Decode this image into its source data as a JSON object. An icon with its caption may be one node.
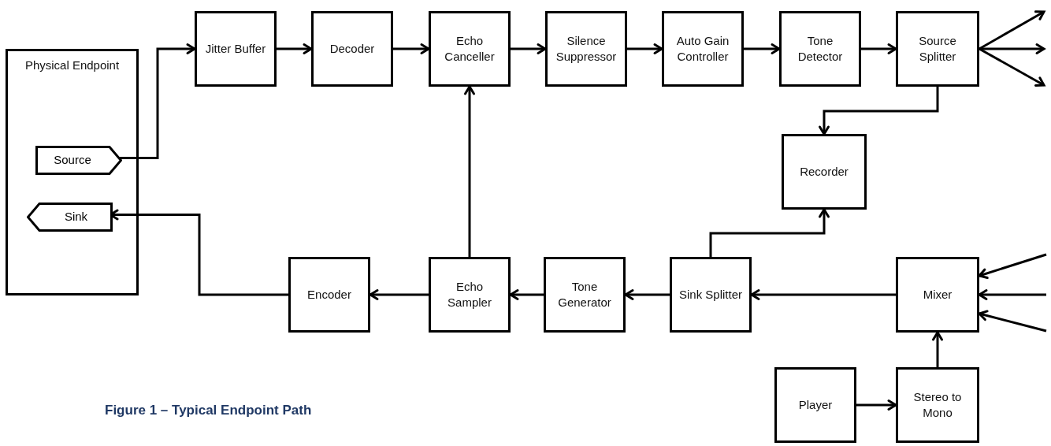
{
  "diagram": {
    "caption": "Figure 1 – Typical Endpoint Path",
    "nodes": [
      {
        "text": [
          "Physical Endpoint"
        ]
      },
      {
        "text": [
          "Source"
        ],
        "in": 0
      },
      {
        "text": [
          "Sink"
        ],
        "in": 0
      },
      {
        "text": [
          "Jitter Buffer"
        ]
      },
      {
        "text": [
          "Decoder"
        ]
      },
      {
        "text": [
          "Echo Canceller"
        ]
      },
      {
        "text": [
          "Silence Suppressor"
        ]
      },
      {
        "text": [
          "Auto Gain Controller"
        ]
      },
      {
        "text": [
          "Tone Detector"
        ]
      },
      {
        "text": [
          "Source Splitter"
        ]
      },
      {
        "text": [
          "Recorder"
        ]
      },
      {
        "text": [
          "Encoder"
        ]
      },
      {
        "text": [
          "Echo Sampler"
        ]
      },
      {
        "text": [
          "Tone Generator"
        ]
      },
      {
        "text": [
          "Sink Splitter"
        ]
      },
      {
        "text": [
          "Mixer"
        ]
      },
      {
        "text": [
          "Player"
        ]
      },
      {
        "text": [
          "Stereo to Mono"
        ]
      }
    ],
    "edges": [
      {
        "from": 1,
        "to": 3,
        "arrow": "to"
      },
      {
        "from": 3,
        "to": 4,
        "arrow": "to"
      },
      {
        "from": 4,
        "to": 5,
        "arrow": "to"
      },
      {
        "from": 5,
        "to": 6,
        "arrow": "to"
      },
      {
        "from": 6,
        "to": 7,
        "arrow": "to"
      },
      {
        "from": 7,
        "to": 8,
        "arrow": "to"
      },
      {
        "from": 8,
        "to": 9,
        "arrow": "to"
      },
      {
        "from": 9,
        "to": null,
        "arrow": "to"
      },
      {
        "from": 9,
        "to": null,
        "arrow": "to"
      },
      {
        "from": 9,
        "to": null,
        "arrow": "to"
      },
      {
        "from": 9,
        "to": 10,
        "arrow": "to"
      },
      {
        "from": 12,
        "to": 5,
        "arrow": "to"
      },
      {
        "from": 14,
        "to": 10,
        "arrow": "to"
      },
      {
        "from": 15,
        "to": 14,
        "arrow": "to"
      },
      {
        "from": 14,
        "to": 13,
        "arrow": "to"
      },
      {
        "from": 13,
        "to": 12,
        "arrow": "to"
      },
      {
        "from": 12,
        "to": 11,
        "arrow": "to"
      },
      {
        "from": 11,
        "to": 2,
        "arrow": "to"
      },
      {
        "from": null,
        "to": 15,
        "arrow": "to"
      },
      {
        "from": null,
        "to": 15,
        "arrow": "to"
      },
      {
        "from": null,
        "to": 15,
        "arrow": "to"
      },
      {
        "from": 16,
        "to": 17,
        "arrow": "to"
      },
      {
        "from": 17,
        "to": 15,
        "arrow": "to"
      }
    ]
  }
}
